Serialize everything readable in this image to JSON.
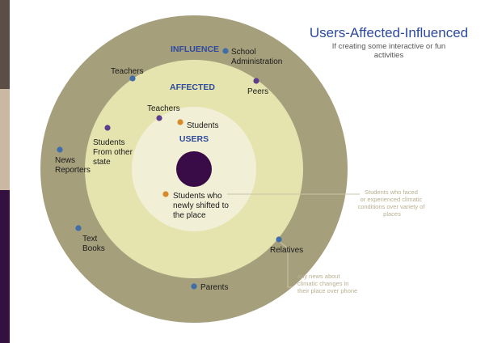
{
  "header": {
    "title": "Users-Affected-Influenced",
    "subtitle_lines": [
      "If creating some interactive or fun",
      "activities"
    ]
  },
  "rings": {
    "influence_label": "INFLUENCE",
    "affected_label": "AFFECTED",
    "users_label": "USERS"
  },
  "items": {
    "school_administration": [
      "School",
      "Administration"
    ],
    "teachers_outer": "Teachers",
    "peers": "Peers",
    "teachers_inner": "Teachers",
    "students": "Students",
    "students_other_state": [
      "Students",
      "From other",
      "state"
    ],
    "news_reporters": [
      "News",
      "Reporters"
    ],
    "students_newly_shifted": [
      "Students who",
      "newly shifted to",
      "the place"
    ],
    "text_books": [
      "Text",
      "Books"
    ],
    "relatives": "Relatives",
    "parents": "Parents"
  },
  "annotations": {
    "climatic_conditions": [
      "Students who faced",
      "or experienced climatic",
      "conditions over variety of",
      "places"
    ],
    "news_climatic": [
      "any news about",
      "climatic changes in",
      "their place over phone"
    ]
  },
  "colors": {
    "outer_ring": "#a59f7c",
    "middle_ring": "#e5e4ae",
    "inner_ring": "#f1efd6",
    "center": "#3a0c47",
    "blue_dot": "#3f6ea8",
    "purple_dot": "#5e3d8e",
    "orange_dot": "#d88a2a",
    "ring_label": "#2e4a9c",
    "annotation_text": "#b8b090"
  }
}
